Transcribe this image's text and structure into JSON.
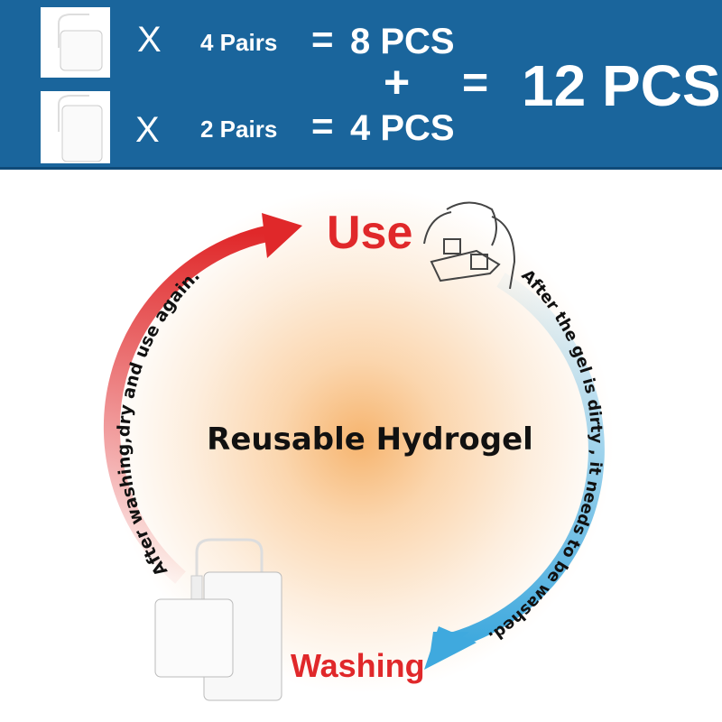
{
  "header": {
    "row1": {
      "multiplier": "X",
      "pairs": "4 Pairs",
      "equals": "=",
      "result": "8 PCS"
    },
    "row2": {
      "multiplier": "X",
      "pairs": "2 Pairs",
      "equals": "=",
      "result": "4 PCS"
    },
    "plus": "+",
    "total_equals": "=",
    "total": "12 PCS"
  },
  "cycle": {
    "center_label": "Reusable Hydrogel",
    "use_label": "Use",
    "washing_label": "Washing",
    "left_caption": "After washing,dry and use again.",
    "right_caption": "After the gel is dirty , it needs to be washed."
  },
  "colors": {
    "header_bg": "#1a659c",
    "red": "#e0282a",
    "blue": "#3fa9de"
  }
}
